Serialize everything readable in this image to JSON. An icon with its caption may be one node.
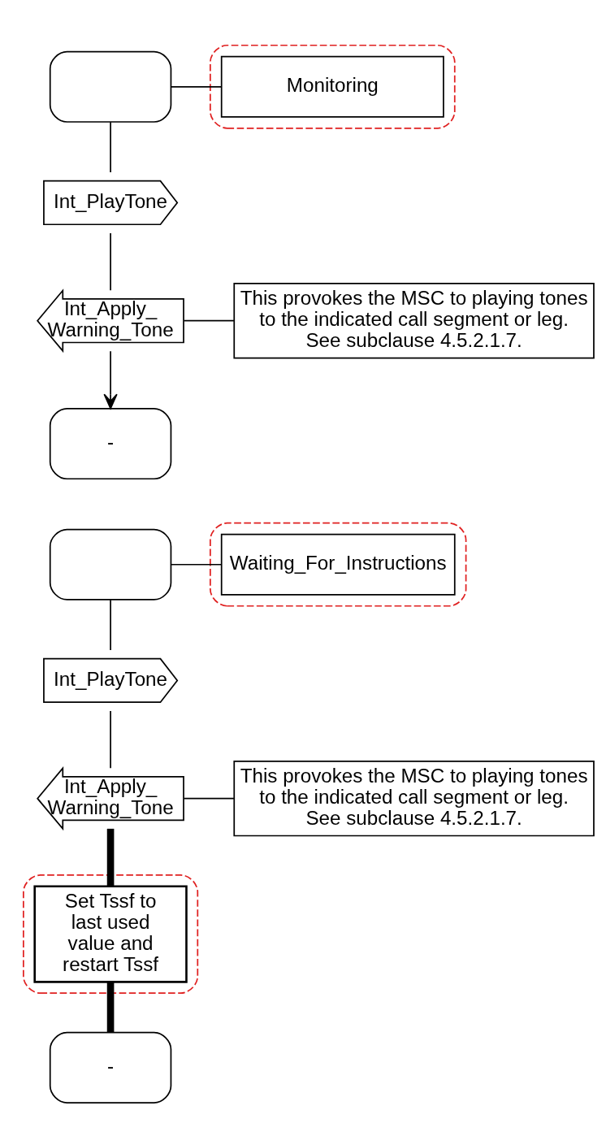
{
  "diagram": {
    "nodes": [
      {
        "text": [],
        "shape": "box"
      },
      {
        "text": [],
        "shape": "ellipse"
      },
      {
        "text": [
          "Monitoring"
        ],
        "in": 1
      },
      {
        "text": [
          "Int_PlayTone"
        ]
      },
      {
        "text": [
          "Int_Apply_ Warning_Tone"
        ]
      },
      {
        "text": [
          "This provokes the MSC to playing tones to the indicated call segment or leg. See subclause 4.5.2.1.7."
        ]
      },
      {
        "text": [
          "-"
        ]
      },
      {
        "text": [],
        "shape": "box"
      },
      {
        "text": [],
        "shape": "ellipse"
      },
      {
        "text": [
          "Waiting_For_Instructions"
        ],
        "in": 8
      },
      {
        "text": [
          "Int_PlayTone"
        ]
      },
      {
        "text": [
          "Int_Apply_ Warning_Tone"
        ]
      },
      {
        "text": [
          "This provokes the MSC to playing tones to the indicated call segment or leg. See subclause 4.5.2.1.7."
        ]
      },
      {
        "text": [],
        "shape": "ellipse"
      },
      {
        "text": [
          "Set Tssf to last used value and restart Tssf"
        ],
        "in": 13
      },
      {
        "text": [
          "-"
        ]
      }
    ],
    "edges": [
      {
        "from": 0,
        "to": 2,
        "arrow": "none"
      },
      {
        "from": 0,
        "to": 3,
        "arrow": "none"
      },
      {
        "from": 3,
        "to": 4,
        "arrow": "none"
      },
      {
        "from": 4,
        "to": 5,
        "arrow": "none"
      },
      {
        "from": 4,
        "to": 6,
        "arrow": "to"
      },
      {
        "from": 7,
        "to": 9,
        "arrow": "none"
      },
      {
        "from": 7,
        "to": 10,
        "arrow": "none"
      },
      {
        "from": 10,
        "to": 11,
        "arrow": "none"
      },
      {
        "from": 11,
        "to": 12,
        "arrow": "none"
      },
      {
        "from": 11,
        "to": 14,
        "arrow": "none",
        "style": "thick"
      },
      {
        "from": 14,
        "to": 15,
        "arrow": "none",
        "style": "thick"
      }
    ]
  }
}
